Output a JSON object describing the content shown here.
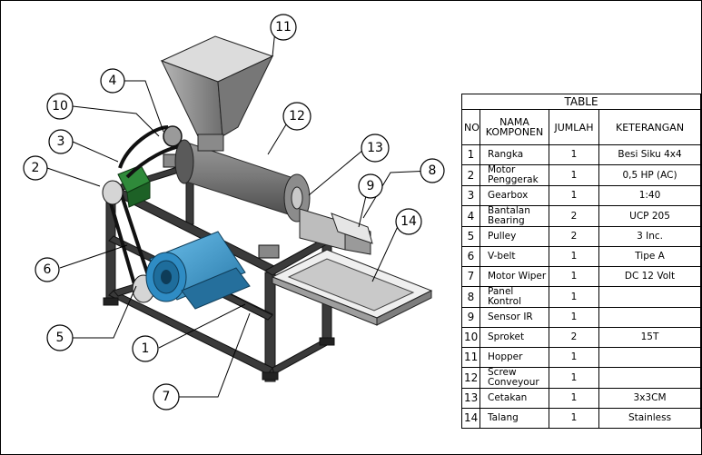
{
  "table": {
    "title": "TABLE",
    "headers": [
      "NO",
      "NAMA KOMPONEN",
      "JUMLAH",
      "KETERANGAN"
    ],
    "rows": [
      {
        "no": "1",
        "nama": "Rangka",
        "jumlah": "1",
        "keterangan": "Besi Siku 4x4"
      },
      {
        "no": "2",
        "nama": "Motor Penggerak",
        "jumlah": "1",
        "keterangan": "0,5 HP (AC)"
      },
      {
        "no": "3",
        "nama": "Gearbox",
        "jumlah": "1",
        "keterangan": "1:40"
      },
      {
        "no": "4",
        "nama": "Bantalan Bearing",
        "jumlah": "2",
        "keterangan": "UCP 205"
      },
      {
        "no": "5",
        "nama": "Pulley",
        "jumlah": "2",
        "keterangan": "3 Inc."
      },
      {
        "no": "6",
        "nama": "V-belt",
        "jumlah": "1",
        "keterangan": "Tipe A"
      },
      {
        "no": "7",
        "nama": "Motor Wiper",
        "jumlah": "1",
        "keterangan": "DC 12 Volt"
      },
      {
        "no": "8",
        "nama": "Panel Kontrol",
        "jumlah": "1",
        "keterangan": ""
      },
      {
        "no": "9",
        "nama": "Sensor IR",
        "jumlah": "1",
        "keterangan": ""
      },
      {
        "no": "10",
        "nama": "Sproket",
        "jumlah": "2",
        "keterangan": "15T"
      },
      {
        "no": "11",
        "nama": "Hopper",
        "jumlah": "1",
        "keterangan": ""
      },
      {
        "no": "12",
        "nama": "Screw Conveyour",
        "jumlah": "1",
        "keterangan": ""
      },
      {
        "no": "13",
        "nama": "Cetakan",
        "jumlah": "1",
        "keterangan": "3x3CM"
      },
      {
        "no": "14",
        "nama": "Talang",
        "jumlah": "1",
        "keterangan": "Stainless"
      }
    ]
  },
  "callouts": [
    "1",
    "2",
    "3",
    "4",
    "5",
    "6",
    "7",
    "8",
    "9",
    "10",
    "11",
    "12",
    "13",
    "14"
  ],
  "colors": {
    "frame": "#2e2e2e",
    "motor": "#3a9ad0",
    "gearbox": "#2f8a3a",
    "barrel": "#6f6f6f",
    "hopper": "#8c8c8c",
    "tray": "#c9c9c9"
  }
}
